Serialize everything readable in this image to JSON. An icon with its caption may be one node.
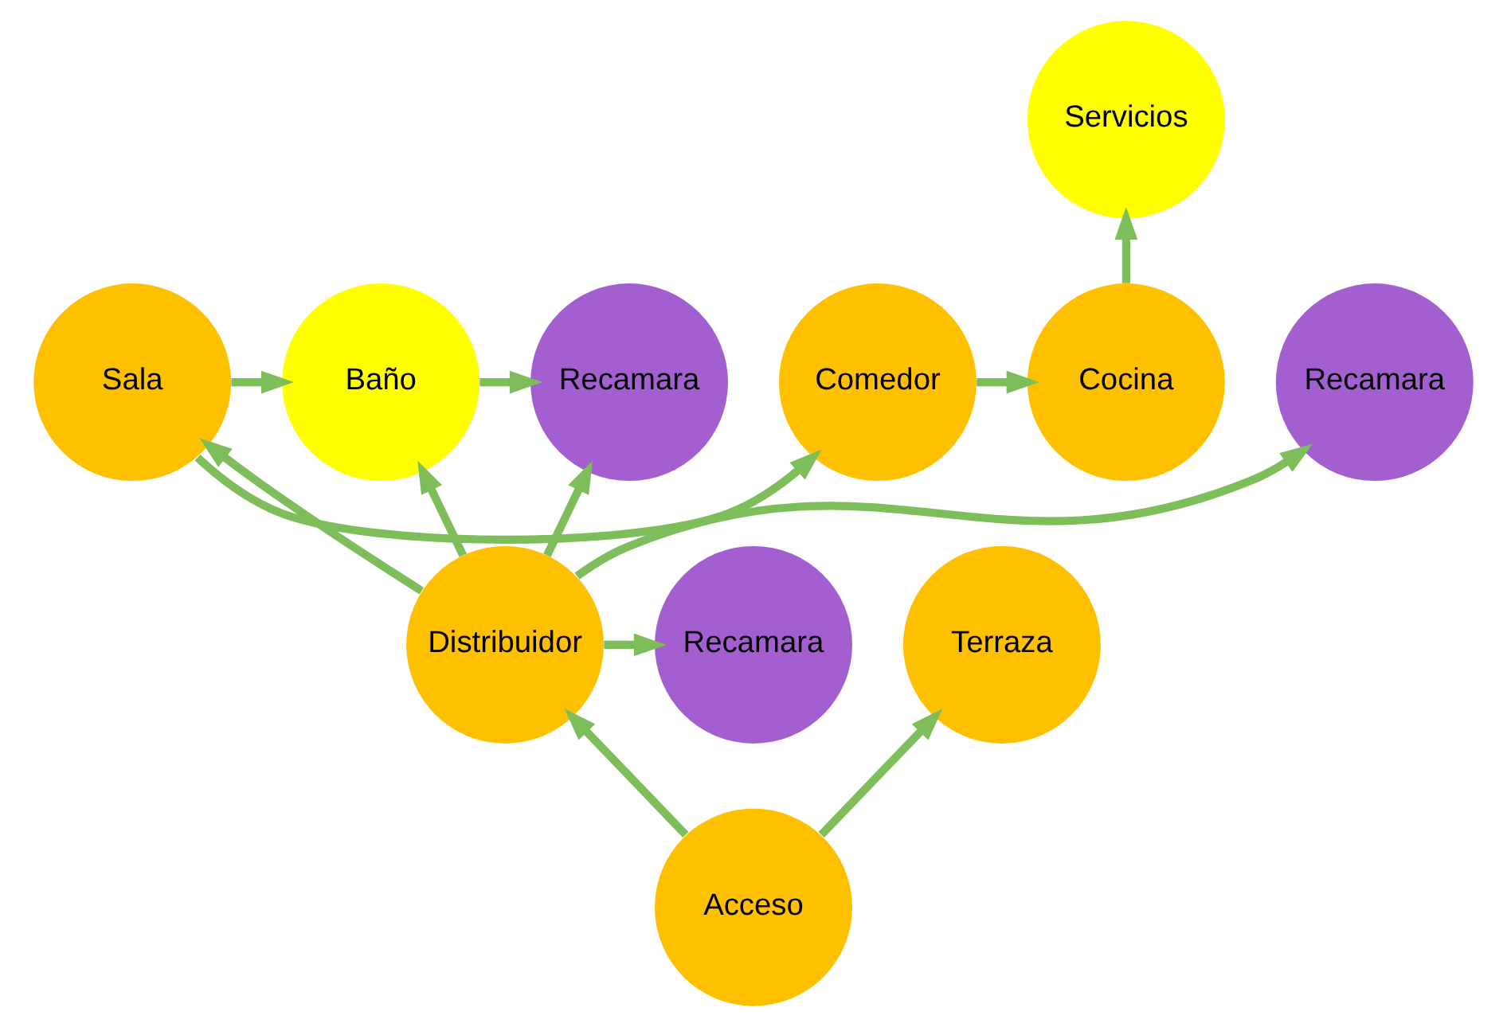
{
  "diagram": {
    "nodes": [
      {
        "text": [
          "Servicios"
        ]
      },
      {
        "text": [
          "Cocina"
        ]
      },
      {
        "text": [
          "Comedor"
        ]
      },
      {
        "text": [
          "Sala"
        ]
      },
      {
        "text": [
          "Baño"
        ]
      },
      {
        "text": [
          "Recamara"
        ]
      },
      {
        "text": [
          "Recamara"
        ]
      },
      {
        "text": [
          "Distribuidor"
        ]
      },
      {
        "text": [
          "Recamara"
        ]
      },
      {
        "text": [
          "Terraza"
        ]
      },
      {
        "text": [
          "Acceso"
        ]
      }
    ],
    "edges": [
      {
        "from": 1,
        "to": 0,
        "arrow": "to"
      },
      {
        "from": 2,
        "to": 1,
        "arrow": "to"
      },
      {
        "from": 3,
        "to": 2,
        "arrow": "to"
      },
      {
        "from": 3,
        "to": 4,
        "arrow": "to"
      },
      {
        "from": 4,
        "to": 5,
        "arrow": "to"
      },
      {
        "from": 7,
        "to": 3,
        "arrow": "to"
      },
      {
        "from": 7,
        "to": 4,
        "arrow": "to"
      },
      {
        "from": 7,
        "to": 5,
        "arrow": "to"
      },
      {
        "from": 7,
        "to": 6,
        "arrow": "to"
      },
      {
        "from": 7,
        "to": 8,
        "arrow": "to"
      },
      {
        "from": 10,
        "to": 9,
        "arrow": "to"
      },
      {
        "from": 10,
        "to": 7,
        "arrow": "to"
      }
    ]
  }
}
